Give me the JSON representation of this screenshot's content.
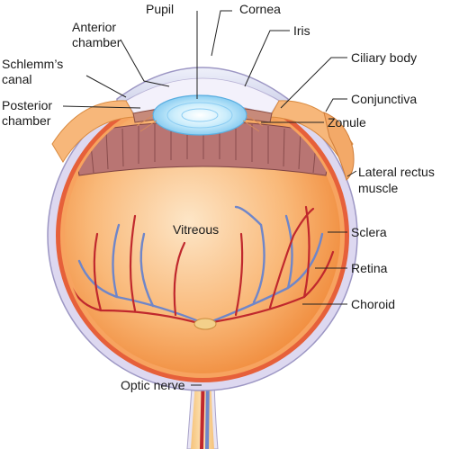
{
  "labels": {
    "pupil": "Pupil",
    "cornea": "Cornea",
    "anterior_chamber": [
      "Anterior",
      "chamber"
    ],
    "iris": "Iris",
    "schlemms_canal": [
      "Schlemm’s",
      "canal"
    ],
    "ciliary_body": "Ciliary body",
    "posterior_chamber": [
      "Posterior",
      "chamber"
    ],
    "conjunctiva": "Conjunctiva",
    "zonule": "Zonule",
    "lateral_rectus_muscle": [
      "Lateral rectus",
      "muscle"
    ],
    "vitreous": "Vitreous",
    "sclera": "Sclera",
    "retina": "Retina",
    "choroid": "Choroid",
    "optic_nerve": "Optic nerve"
  },
  "colors": {
    "sclera": "#d9d4ee",
    "vitreous_center": "#fde6c7",
    "vitreous_edge": "#f08a3a",
    "choroid": "#e4572e",
    "lens": "#bfe6fb",
    "ciliary": "#b26a6a",
    "artery": "#c0282d",
    "vein": "#6f86c9"
  }
}
